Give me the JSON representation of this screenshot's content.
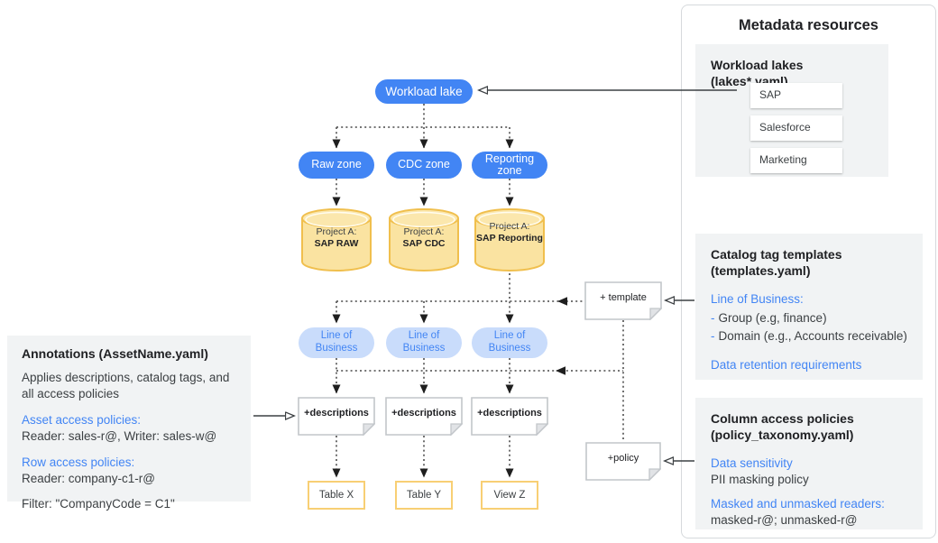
{
  "diagram": {
    "root_label": "Workload lake",
    "zones": [
      "Raw zone",
      "CDC zone",
      "Reporting zone"
    ],
    "projects": [
      {
        "line1": "Project A:",
        "line2": "SAP RAW"
      },
      {
        "line1": "Project A:",
        "line2": "SAP CDC"
      },
      {
        "line1": "Project A:",
        "line2": "SAP Reporting"
      }
    ],
    "lob_labels": [
      "Line of Business",
      "Line of Business",
      "Line of Business"
    ],
    "desc_labels": [
      "+descriptions",
      "+descriptions",
      "+descriptions"
    ],
    "template_label": "+ template",
    "policy_label": "+policy",
    "tables": [
      "Table X",
      "Table Y",
      "View Z"
    ]
  },
  "left_panel": {
    "title": "Annotations (AssetName.yaml)",
    "description": "Applies descriptions, catalog tags, and all access policies",
    "asset_heading": "Asset access policies:",
    "asset_body": "Reader: sales-r@, Writer: sales-w@",
    "row_heading": "Row access policies:",
    "row_body": "Reader: company-c1-r@",
    "filter_line": "Filter: \"CompanyCode = C1\""
  },
  "right_panel": {
    "title": "Metadata resources",
    "workload_lakes": {
      "heading": "Workload lakes (lakes*.yaml)",
      "items": [
        "SAP",
        "Salesforce",
        "Marketing"
      ]
    },
    "catalog_templates": {
      "heading_line1": "Catalog tag templates",
      "heading_line2": "(templates.yaml)",
      "subheading": "Line of Business:",
      "dash": "-",
      "bullets": [
        "Group (e.g, finance)",
        "Domain (e.g., Accounts receivable)"
      ],
      "footer": "Data retention requirements"
    },
    "column_policies": {
      "heading_line1": "Column access policies",
      "heading_line2": "(policy_taxonomy.yaml)",
      "subheading1": "Data sensitivity",
      "body1": "PII masking policy",
      "subheading2": "Masked and unmasked readers:",
      "body2": "masked-r@; unmasked-r@"
    }
  },
  "colors": {
    "primary_blue": "#4285F4",
    "light_blue_fill": "#C9DCFB",
    "cylinder_fill": "#FAE3A1",
    "cylinder_stroke": "#F0BF4D",
    "table_border": "#F8CF74",
    "panel_gray": "#F1F3F4",
    "line_dark": "#3C4043",
    "dotted_line": "#616161"
  }
}
